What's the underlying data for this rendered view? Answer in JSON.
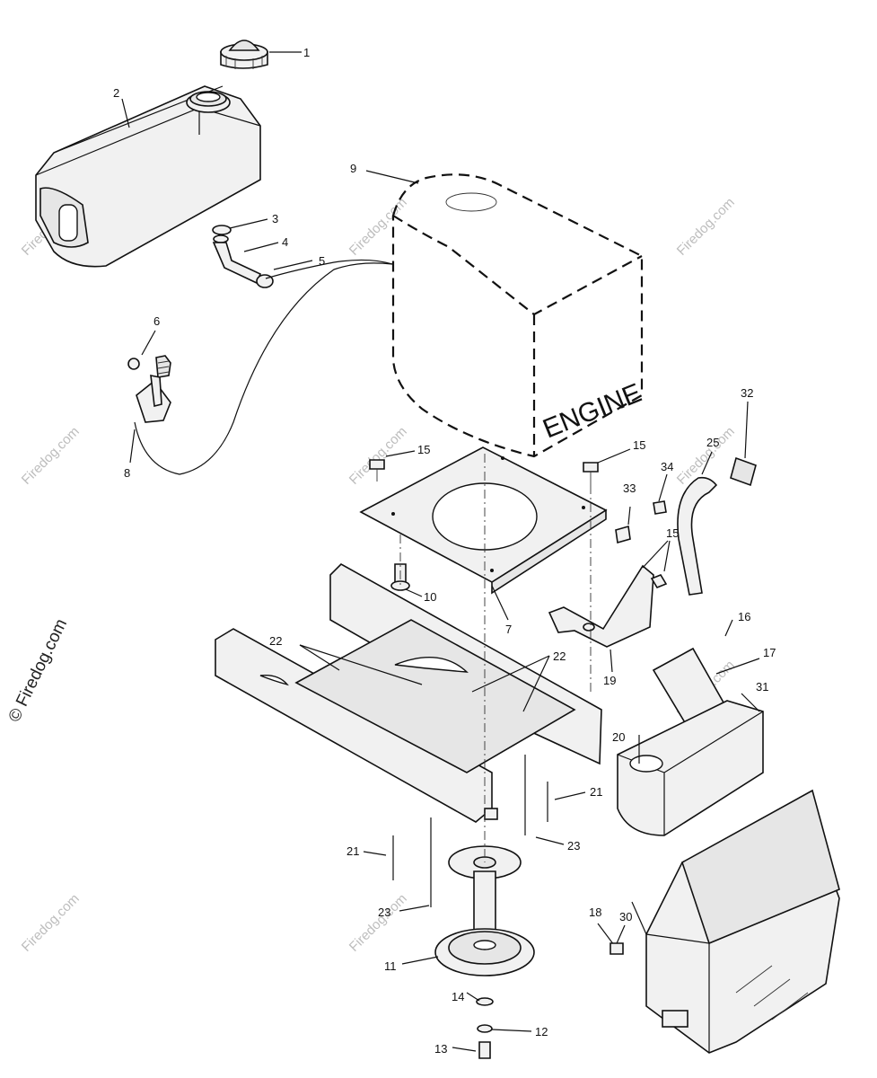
{
  "engine_label": "ENGINE",
  "watermark": {
    "small": "Firedog.com",
    "large": "© Firedog.com"
  },
  "callouts": {
    "c1": "1",
    "c2": "2",
    "c3": "3",
    "c4": "4",
    "c5": "5",
    "c6": "6",
    "c7": "7",
    "c8": "8",
    "c9": "9",
    "c10": "10",
    "c11": "11",
    "c12": "12",
    "c13": "13",
    "c14": "14",
    "c15a": "15",
    "c15b": "15",
    "c15c": "15",
    "c16": "16",
    "c17": "17",
    "c18": "18",
    "c19": "19",
    "c20": "20",
    "c21a": "21",
    "c21b": "21",
    "c22a": "22",
    "c22b": "22",
    "c23a": "23",
    "c23b": "23",
    "c25": "25",
    "c30": "30",
    "c31": "31",
    "c32": "32",
    "c33": "33",
    "c34": "34"
  }
}
